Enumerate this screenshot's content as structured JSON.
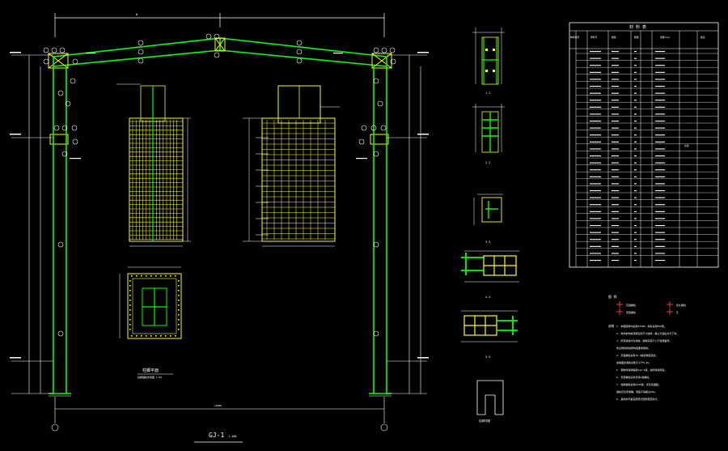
{
  "drawing": {
    "frame_title": "GJ-1",
    "frame_scale": "1:100",
    "section_labels": [
      "1-1",
      "2-2",
      "3-3",
      "4-4",
      "5-5"
    ],
    "detail_label": "柱脚详图",
    "base_plan_label": "柱脚平面",
    "base_plan_note": "柱脚锚栓布置图 1:20"
  },
  "table": {
    "title": "材 料 表",
    "headers": [
      "构件编号",
      "零件号",
      "规格",
      "数量",
      "重量(kg)",
      "备注"
    ],
    "mass_note": "总重"
  },
  "legend": {
    "title": "图 例",
    "items": [
      "高强螺栓",
      "安装螺栓",
      "永久螺栓",
      "孔"
    ]
  },
  "notes": {
    "title": "说明",
    "lines": [
      "1. 本图钢材均采用Q345B，焊条采用E50型。",
      "2. 构件制作前须按实际尺寸放样，确认无误后方可下料。",
      "3. 所有焊缝均为满焊，焊脚高度不小于较薄板厚。",
      "   未注明的焊缝按构造要求施焊。",
      "4. 高强螺栓采用10.9级摩擦型连接，",
      "   摩擦面抗滑移系数不小于0.45。",
      "5. 钢构件除锈等级Sa2.5级，涂防锈漆两道。",
      "6. 安装螺栓采用普通C级螺栓。",
      "7. 柱脚锚栓采用Q235钢，详见基础图。",
      "   锚栓定位须准确，误差不得超过2mm。",
      "8. 其他未尽事宜按现行国家规范执行。"
    ]
  },
  "colors": {
    "background": "#000000",
    "member": "#00ff00",
    "dimension": "#ffffff",
    "rebar": "#ffff00"
  }
}
